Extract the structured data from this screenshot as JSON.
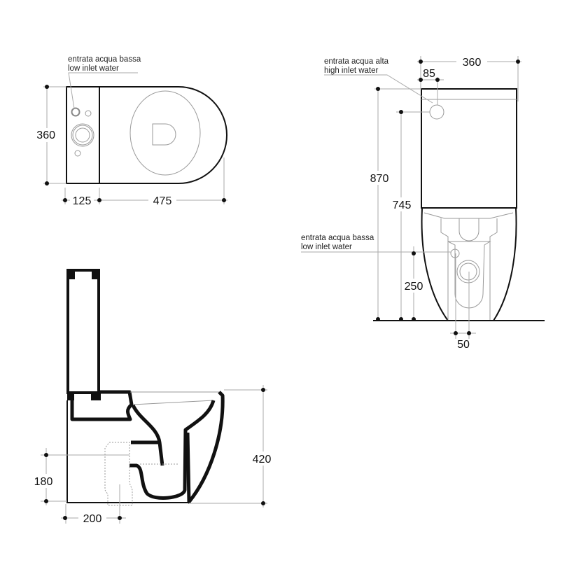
{
  "top_view": {
    "inlet_label_it": "entrata acqua bassa",
    "inlet_label_en": "low inlet water",
    "dim_depth": "360",
    "dim_tank": "125",
    "dim_bowl": "475"
  },
  "front_view": {
    "high_inlet_label_it": "entrata acqua alta",
    "high_inlet_label_en": "high inlet water",
    "low_inlet_label_it": "entrata acqua bassa",
    "low_inlet_label_en": "low inlet water",
    "dim_width": "360",
    "dim_high_inlet_offset": "85",
    "dim_total_height": "870",
    "dim_high_inlet_height": "745",
    "dim_low_inlet_height": "250",
    "dim_low_inlet_offset": "50"
  },
  "side_view": {
    "dim_bowl_height": "420",
    "dim_outlet_height": "180",
    "dim_outlet_distance": "200"
  }
}
